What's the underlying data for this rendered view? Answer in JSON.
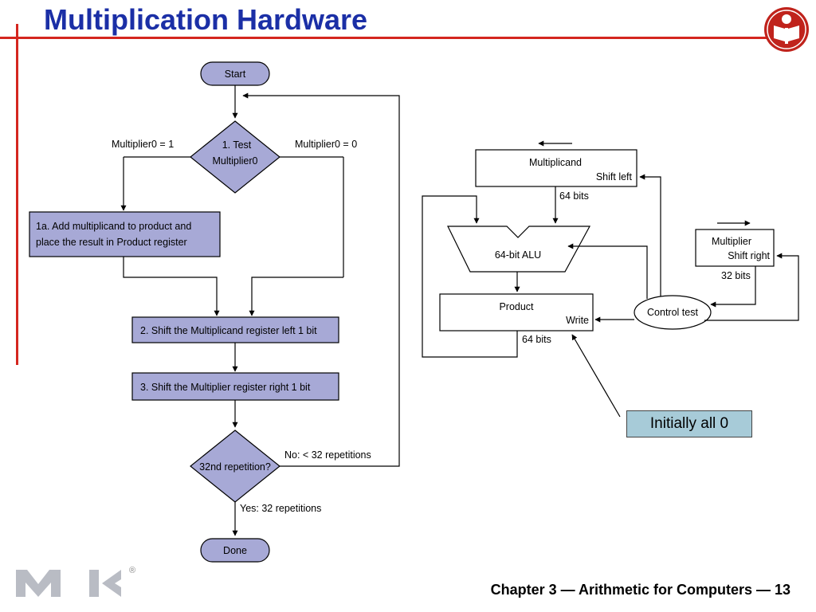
{
  "slide": {
    "title": "Multiplication Hardware",
    "footer": "Chapter 3 — Arithmetic for Computers — 13",
    "registered_mark": "®"
  },
  "colors": {
    "title": "#1b2fa6",
    "accent_red": "#d4261f",
    "flow_fill": "#a7a9d6",
    "callout_fill": "#a7cbd8"
  },
  "flowchart": {
    "start": "Start",
    "test_line1": "1.  Test",
    "test_line2": "Multiplier0",
    "branch_one": "Multiplier0 = 1",
    "branch_zero": "Multiplier0 = 0",
    "step1a_line1": "1a.  Add multiplicand to product and",
    "step1a_line2": "place the result in Product register",
    "step2": "2.  Shift the Multiplicand register left 1 bit",
    "step3": "3.  Shift the Multiplier register right 1 bit",
    "repetition_test": "32nd repetition?",
    "no_branch": "No: < 32 repetitions",
    "yes_branch": "Yes: 32 repetitions",
    "done": "Done"
  },
  "hardware": {
    "multiplicand": "Multiplicand",
    "shift_left": "Shift left",
    "bits64_top": "64 bits",
    "alu": "64-bit ALU",
    "product": "Product",
    "write": "Write",
    "bits64_bottom": "64 bits",
    "multiplier": "Multiplier",
    "shift_right": "Shift right",
    "bits32": "32 bits",
    "control": "Control test"
  },
  "callout": "Initially all 0"
}
